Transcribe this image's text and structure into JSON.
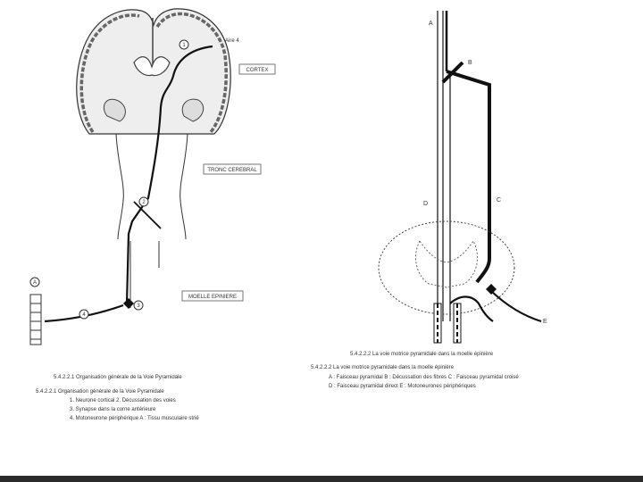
{
  "left_figure": {
    "labels": {
      "aire": "Aire 4",
      "cortex_box": "CORTEX",
      "tronc_box": "TRONC CEREBRAL",
      "moelle_box": "MOELLE EPINIERE",
      "n1": "1",
      "n2": "2",
      "n3": "3",
      "n4": "4",
      "a": "A"
    },
    "caption_title": "5.4.2.2.1 Organisation générale de la Voie Pyramidale",
    "legend_lines": [
      "5.4.2.2.1 Organisation générale de la Voie Pyramidale",
      "1. Neurone cortical 2. Décussation des voies",
      "3. Synapse dans la corne antérieure",
      "4. Motoneurone périphérique A : Tissu musculaire strié"
    ]
  },
  "right_figure": {
    "labels": {
      "a": "A",
      "b": "B",
      "c": "C",
      "d": "D",
      "e": "E"
    },
    "caption_title": "5.4.2.2.2 La voie motrice pyramidale dans la moelle épinière",
    "legend_lines": [
      "5.4.2.2.2 La voie motrice pyramidale dans la moelle épinière",
      "A : Faisceau pyramidal    B : Décussation des fibres    C : Faisceau pyramidal croisé",
      "D : Faisceau pyramidal direct    E : Motoneurones périphériques"
    ]
  },
  "colors": {
    "line": "#111111",
    "footer": "#2b2b2b"
  }
}
